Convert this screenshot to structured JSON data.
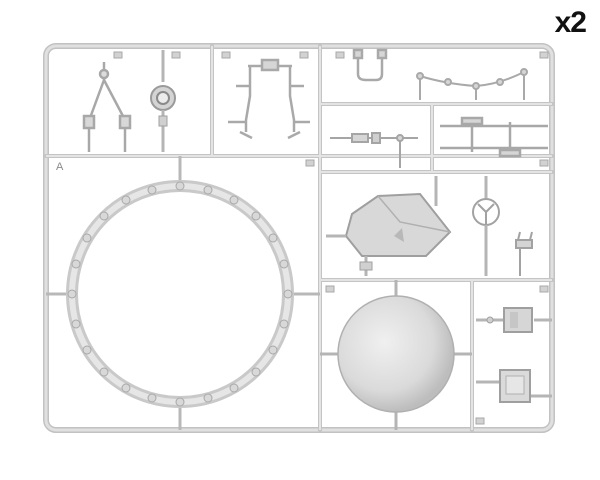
{
  "quantity_label": "x2",
  "sprue": {
    "letter": "A",
    "colors": {
      "plastic": "#dcdcdc",
      "plastic_edge": "#b9b9b9",
      "plastic_shadow": "#a9a9a9",
      "background": "#ffffff"
    },
    "parts": [
      "suspension-arms-part",
      "wheel-hub-part",
      "frame-bracket-part",
      "clamp-part",
      "pipe-rail-part",
      "rod-part",
      "axle-bar-part",
      "fuel-tank-part",
      "steering-wheel-part",
      "small-bracket-part",
      "large-ring-part",
      "dome-sphere-part",
      "box-part",
      "panel-part"
    ]
  }
}
